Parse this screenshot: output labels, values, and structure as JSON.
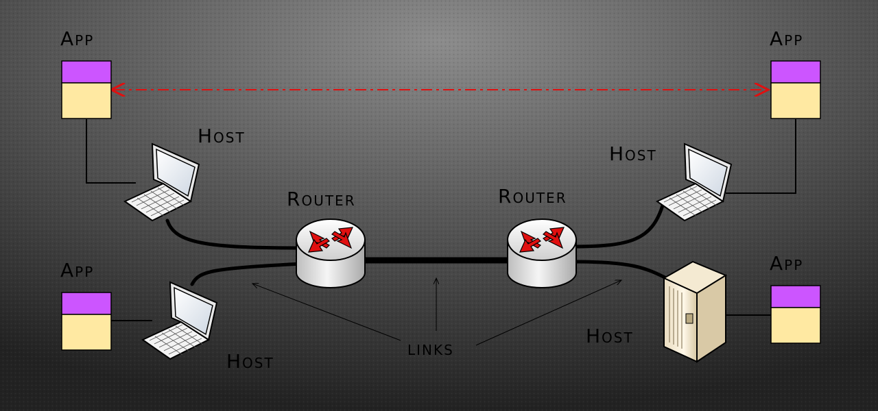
{
  "diagram": {
    "labels": {
      "app_top_left": "App",
      "app_top_right": "App",
      "app_bottom_left": "App",
      "app_bottom_right": "App",
      "host_top_left": "Host",
      "host_top_right": "Host",
      "host_bottom_left": "Host",
      "host_bottom_right": "Host",
      "router_left": "Router",
      "router_right": "Router",
      "links": "links"
    },
    "colors": {
      "app_top": "#cc55ff",
      "app_bottom": "#ffe9a2",
      "logical_link": "#e01010",
      "router_arrow": "#e01010"
    }
  }
}
